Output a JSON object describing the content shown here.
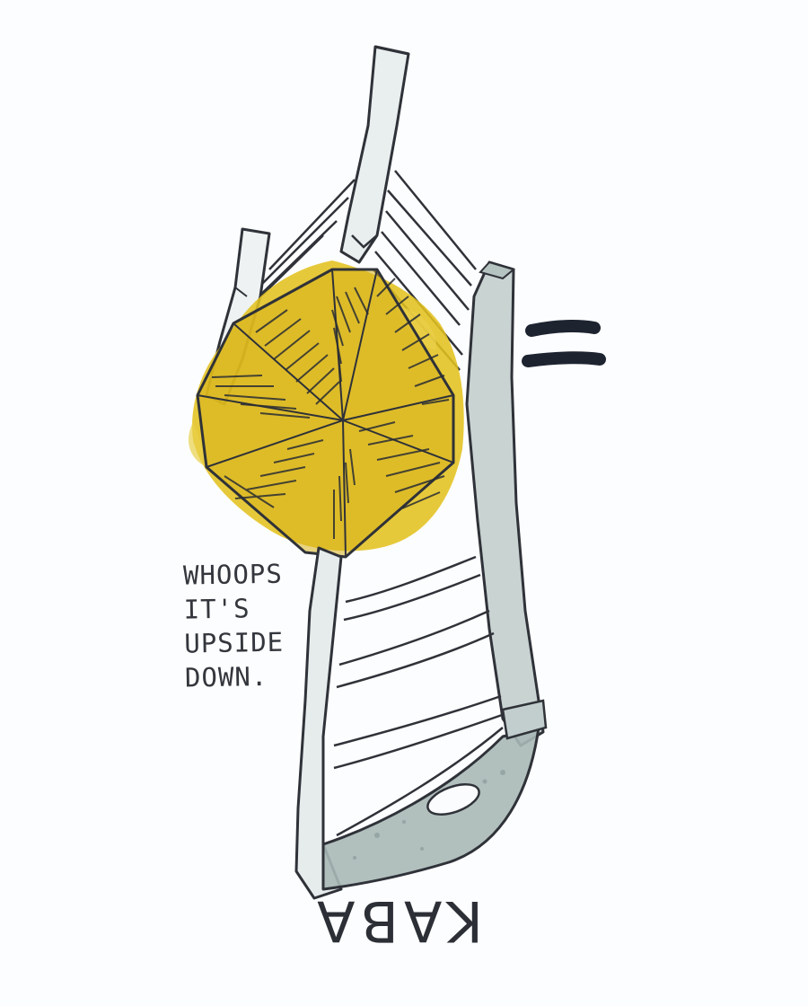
{
  "note": {
    "lines": [
      "WHOOPS",
      "IT'S",
      "UPSIDE",
      "DOWN."
    ]
  },
  "label": "KABA",
  "palette": {
    "ink": "#2f3238",
    "seat_yellow": "#e3c21f",
    "seat_yellow_dark": "#caa514",
    "wash_gray": "#c9d3d2",
    "wash_gray_dark": "#a9b8b6",
    "paper": "#fcfdfe"
  },
  "icons": {
    "equals": "equals-sign-icon",
    "seat": "woven-rush-seat-icon"
  }
}
